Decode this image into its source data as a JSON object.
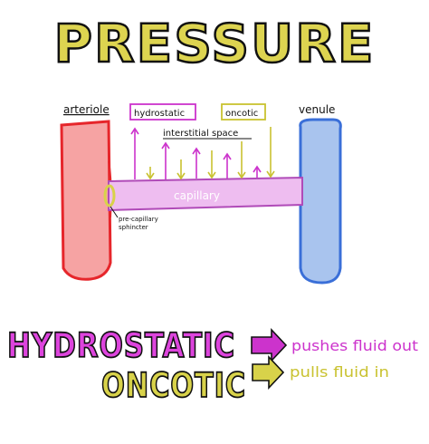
{
  "title": "PRESSURE",
  "labels": {
    "arteriole": "arteriole",
    "venule": "venule",
    "hydrostatic_box": "hydrostatic",
    "oncotic_box": "oncotic",
    "interstitial": "interstitial space",
    "capillary": "capillary",
    "sphincter_line1": "pre-capillary",
    "sphincter_line2": "sphincter"
  },
  "legend": {
    "hydrostatic": {
      "word": "HYDROSTATIC",
      "meaning": "pushes fluid out",
      "color": "#cc33cc"
    },
    "oncotic": {
      "word": "ONCOTIC",
      "meaning": "pulls fluid in",
      "color": "#c9c230"
    }
  },
  "colors": {
    "title_fill": "#ddd450",
    "title_accent": "#dd44dd",
    "arteriole_fill": "#f6a3a3",
    "arteriole_stroke": "#e6262b",
    "venule_fill": "#a9c4ee",
    "venule_stroke": "#3a6fd8",
    "capillary_fill": "#eebdf0",
    "hydrostatic": "#cc33cc",
    "oncotic": "#c9c230",
    "sphincter": "#d8d24a"
  },
  "icons": {
    "arrow_up": "arrow-up-icon",
    "arrow_down": "arrow-down-icon",
    "arrow_right": "arrow-right-icon"
  }
}
